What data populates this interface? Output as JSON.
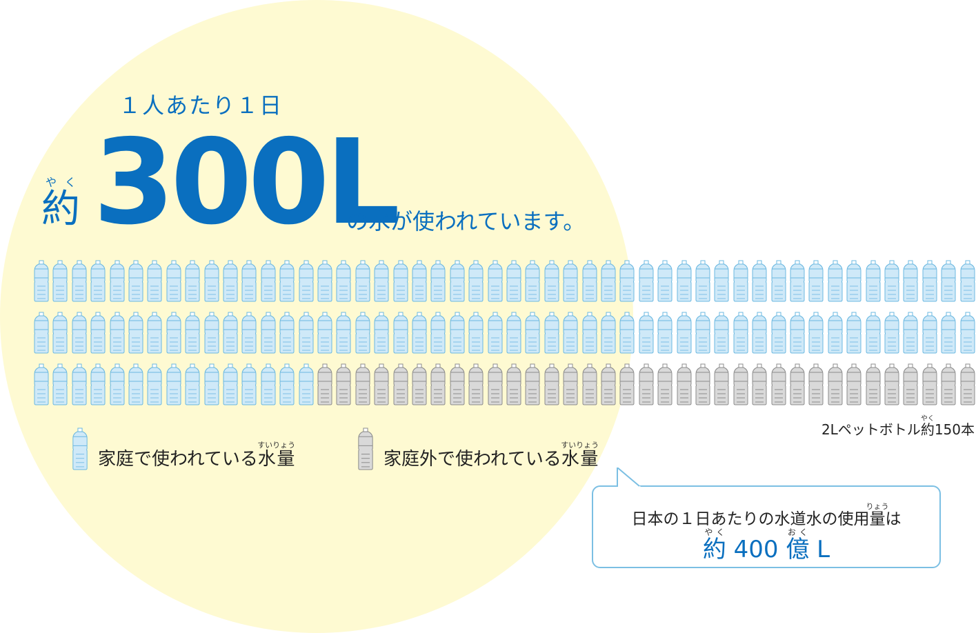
{
  "headline": {
    "per_person": "１人あたり１日",
    "prefix": "約",
    "prefix_reading": "やく",
    "amount": "300L",
    "suffix": "の水が使われています。"
  },
  "bottle_chart": {
    "total_bottles": 150,
    "per_row": 50,
    "household_bottles": 115,
    "other_bottles": 35,
    "household_color": "#cfe9f8",
    "other_color": "#d9d9d9",
    "count_label_pre": "2Lペットボトル",
    "count_label_yaku": "約",
    "count_label_yaku_reading": "やく",
    "count_label_post": "150本"
  },
  "legend": {
    "household": {
      "label": "家庭で使われている",
      "kanji": "水量",
      "reading": "すいりょう"
    },
    "other": {
      "label": "家庭外で使われている",
      "kanji": "水量",
      "reading": "すいりょう"
    }
  },
  "callout": {
    "line1_pre": "日本の１日あたりの水道水の使用",
    "line1_kanji": "量",
    "line1_reading": "りょう",
    "line1_post": "は",
    "yaku": "約",
    "yaku_reading": "やく",
    "amount": " 400 ",
    "oku": "億",
    "oku_reading": "おく",
    "unit": " L"
  }
}
